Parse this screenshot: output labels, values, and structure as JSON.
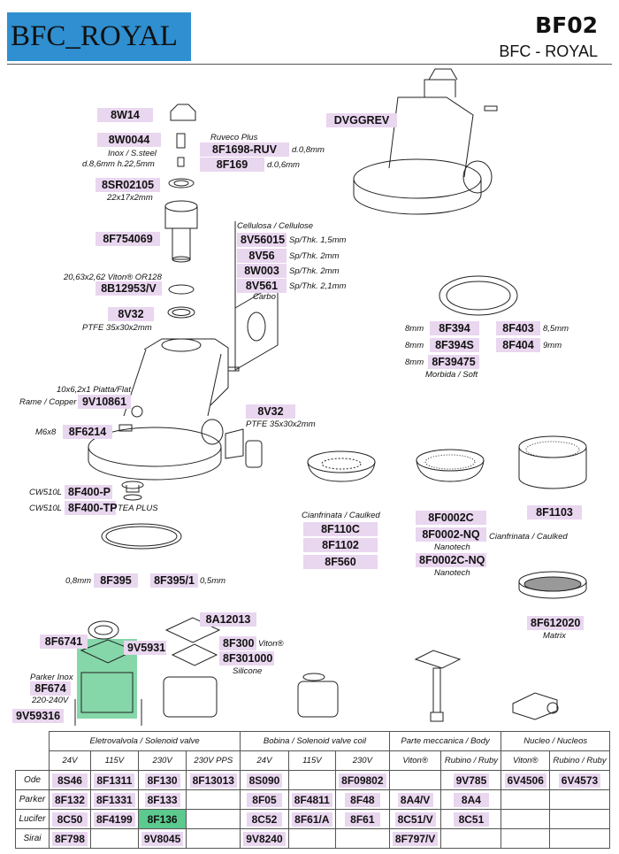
{
  "brand_label": "BFC_ROYAL",
  "model_code": "BF02",
  "model_name": "BFC - ROYAL",
  "colors": {
    "brand_bg": "#2f8fd0",
    "part_bg": "#e9d6ef",
    "highlight": "#5cc98e"
  },
  "parts": {
    "p8W14": "8W14",
    "p8W0044": "8W0044",
    "p8F1698": "8F1698-RUV",
    "p8F169": "8F169",
    "p8SR": "8SR02105",
    "p8F754069": "8F754069",
    "p8V56015": "8V56015",
    "p8V56": "8V56",
    "p8W003": "8W003",
    "p8V561": "8V561",
    "p8B12953": "8B12953/V",
    "p8V32a": "8V32",
    "p9V10861": "9V10861",
    "p8V32b": "8V32",
    "p8F6214": "8F6214",
    "pDVGG": "DVGGREV",
    "p8F394": "8F394",
    "p8F394S": "8F394S",
    "p8F39475": "8F39475",
    "p8F403": "8F403",
    "p8F404": "8F404",
    "p8F400P": "8F400-P",
    "p8F400TP": "8F400-TP",
    "p8F395": "8F395",
    "p8F3951": "8F395/1",
    "p8F110C": "8F110C",
    "p8F1102": "8F1102",
    "p8F560": "8F560",
    "p8F0002C": "8F0002C",
    "p8F0002NQ": "8F0002-NQ",
    "p8F0002CNQ": "8F0002C-NQ",
    "p8F1103": "8F1103",
    "p8F612020": "8F612020",
    "p8A12013": "8A12013",
    "p8F6741": "8F6741",
    "p9V5931": "9V5931",
    "p8F300": "8F300",
    "p8F301000": "8F301000",
    "p8F674": "8F674",
    "p9V59316": "9V59316"
  },
  "notes": {
    "inox": "Inox / S.steel",
    "dim1": "d.8,6mm h.22,5mm",
    "ruveco": "Ruveco Plus",
    "d08": "d.0,8mm",
    "d06": "d.0,6mm",
    "dim2": "22x17x2mm",
    "cell": "Cellulosa / Cellulose",
    "sp15": "Sp/Thk. 1,5mm",
    "sp2a": "Sp/Thk. 2mm",
    "sp2b": "Sp/Thk. 2mm",
    "sp21": "Sp/Thk. 2,1mm",
    "carbo": "Carbo",
    "oring": "20,63x2,62 Viton® OR128",
    "ptfe1": "PTFE 35x30x2mm",
    "rame": "10x6,2x1 Piatta/Flat",
    "rame2": "Rame / Copper",
    "ptfe2": "PTFE 35x30x2mm",
    "m6": "M6x8",
    "mm8a": "8mm",
    "mm8b": "8mm",
    "mm8c": "8mm",
    "mm85": "8,5mm",
    "mm9": "9mm",
    "morbida": "Morbida / Soft",
    "cw1": "CW510L",
    "cw2": "CW510L",
    "teaplus": "TEA PLUS",
    "mm08": "0,8mm",
    "mm05": "0,5mm",
    "cian1": "Cianfrinata /  Caulked",
    "nano1": "Nanotech",
    "cian2": "Cianfrinata /  Caulked",
    "nano2": "Nanotech",
    "matrix": "Matrix",
    "viton": "Viton®",
    "silicone": "Silicone",
    "parker": "Parker Inox",
    "volt": "220-240V"
  },
  "table": {
    "groups": [
      "Eletrovalvola / Solenoid valve",
      "Bobina / Solenoid valve coil",
      "Parte meccanica / Body",
      "Nucleo / Nucleos"
    ],
    "subheaders": [
      "24V",
      "115V",
      "230V",
      "230V PPS",
      "24V",
      "115V",
      "230V",
      "Viton®",
      "Rubino / Ruby",
      "Viton®",
      "Rubino / Ruby"
    ],
    "rows": [
      {
        "label": "Ode",
        "cells": [
          "8S46",
          "8F1311",
          "8F130",
          "8F13013",
          "8S090",
          "",
          "8F09802",
          "",
          "9V785",
          "6V4506",
          "6V4573"
        ]
      },
      {
        "label": "Parker",
        "cells": [
          "8F132",
          "8F1331",
          "8F133",
          "",
          "8F05",
          "8F4811",
          "8F48",
          "8A4/V",
          "8A4",
          "",
          ""
        ]
      },
      {
        "label": "Lucifer",
        "cells": [
          "8C50",
          "8F4199",
          "8F136",
          "",
          "8C52",
          "8F61/A",
          "8F61",
          "8C51/V",
          "8C51",
          "",
          ""
        ]
      },
      {
        "label": "Sirai",
        "cells": [
          "8F798",
          "",
          "9V8045",
          "",
          "9V8240",
          "",
          "",
          "8F797/V",
          "",
          "",
          ""
        ]
      }
    ]
  }
}
